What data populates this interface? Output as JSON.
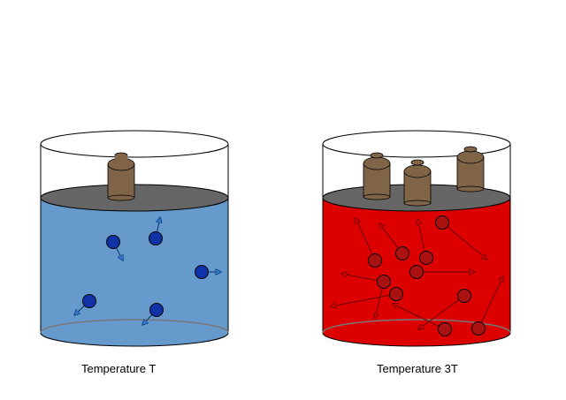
{
  "panels": [
    {
      "caption": "Temperature T",
      "gas_color": "#6699cc",
      "molecule_fill": "#1133aa",
      "arrow_color": "#3366aa",
      "weight_count": 1
    },
    {
      "caption": "Temperature 3T",
      "gas_color": "#dd0000",
      "molecule_fill": "#aa1111",
      "arrow_color": "#660000",
      "weight_count": 3
    }
  ],
  "colors": {
    "piston": "#666666",
    "weight": "#7f6448",
    "outline": "#000000"
  }
}
